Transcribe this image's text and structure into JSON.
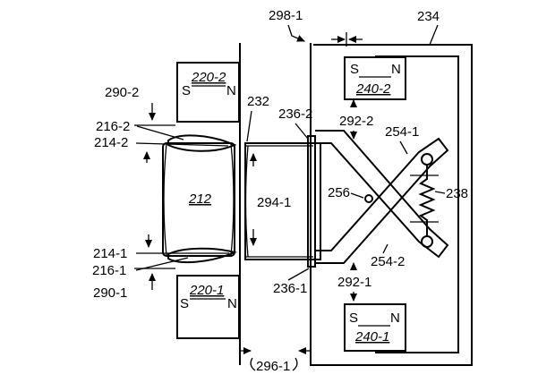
{
  "figure": {
    "labels": {
      "l298_1": "298-1",
      "l234": "234",
      "l220_2": "220-2",
      "l290_2": "290-2",
      "l232": "232",
      "l236_2": "236-2",
      "l292_2": "292-2",
      "l240_2": "240-2",
      "l254_1": "254-1",
      "l216_2": "216-2",
      "l214_2": "214-2",
      "l212": "212",
      "l294_1": "294-1",
      "l256": "256",
      "l238": "238",
      "l214_1": "214-1",
      "l216_1": "216-1",
      "l254_2": "254-2",
      "l290_1": "290-1",
      "l220_1": "220-1",
      "l236_1": "236-1",
      "l292_1": "292-1",
      "l240_1": "240-1",
      "l296_1": "296-1"
    },
    "pole_s": "S",
    "pole_n": "N"
  }
}
